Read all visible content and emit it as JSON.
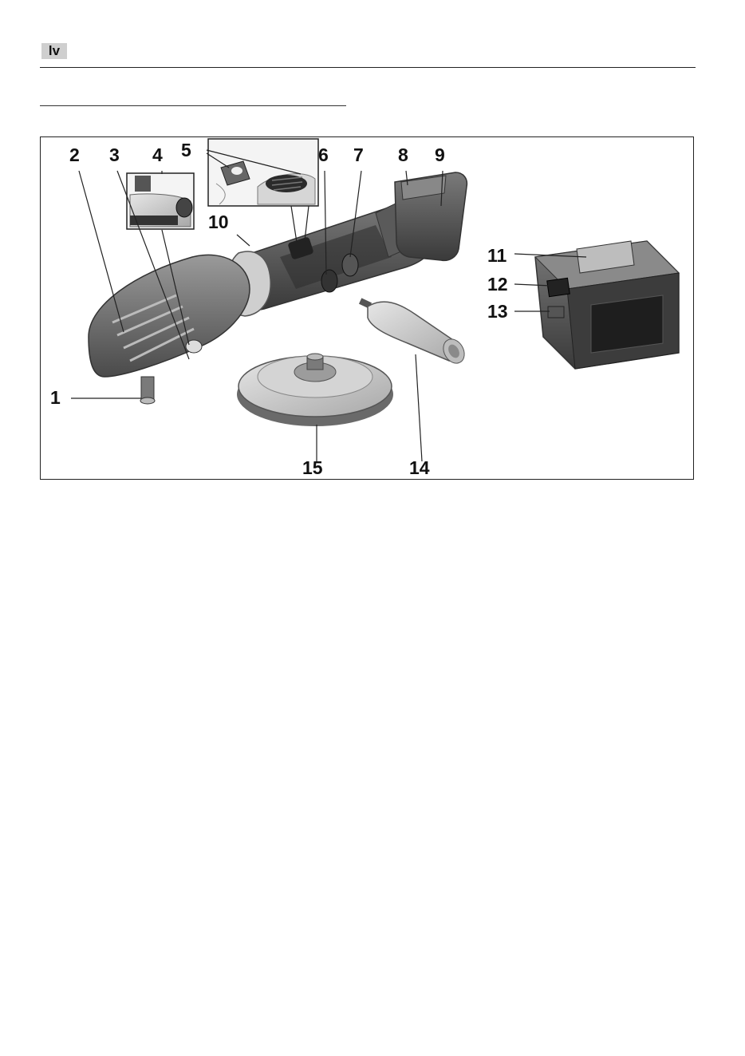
{
  "header": {
    "language_code": "lv"
  },
  "figure": {
    "callouts": [
      {
        "label": "1"
      },
      {
        "label": "2"
      },
      {
        "label": "3"
      },
      {
        "label": "4"
      },
      {
        "label": "5"
      },
      {
        "label": "6"
      },
      {
        "label": "7"
      },
      {
        "label": "8"
      },
      {
        "label": "9"
      },
      {
        "label": "10"
      },
      {
        "label": "11"
      },
      {
        "label": "12"
      },
      {
        "label": "13"
      },
      {
        "label": "14"
      },
      {
        "label": "15"
      }
    ]
  }
}
